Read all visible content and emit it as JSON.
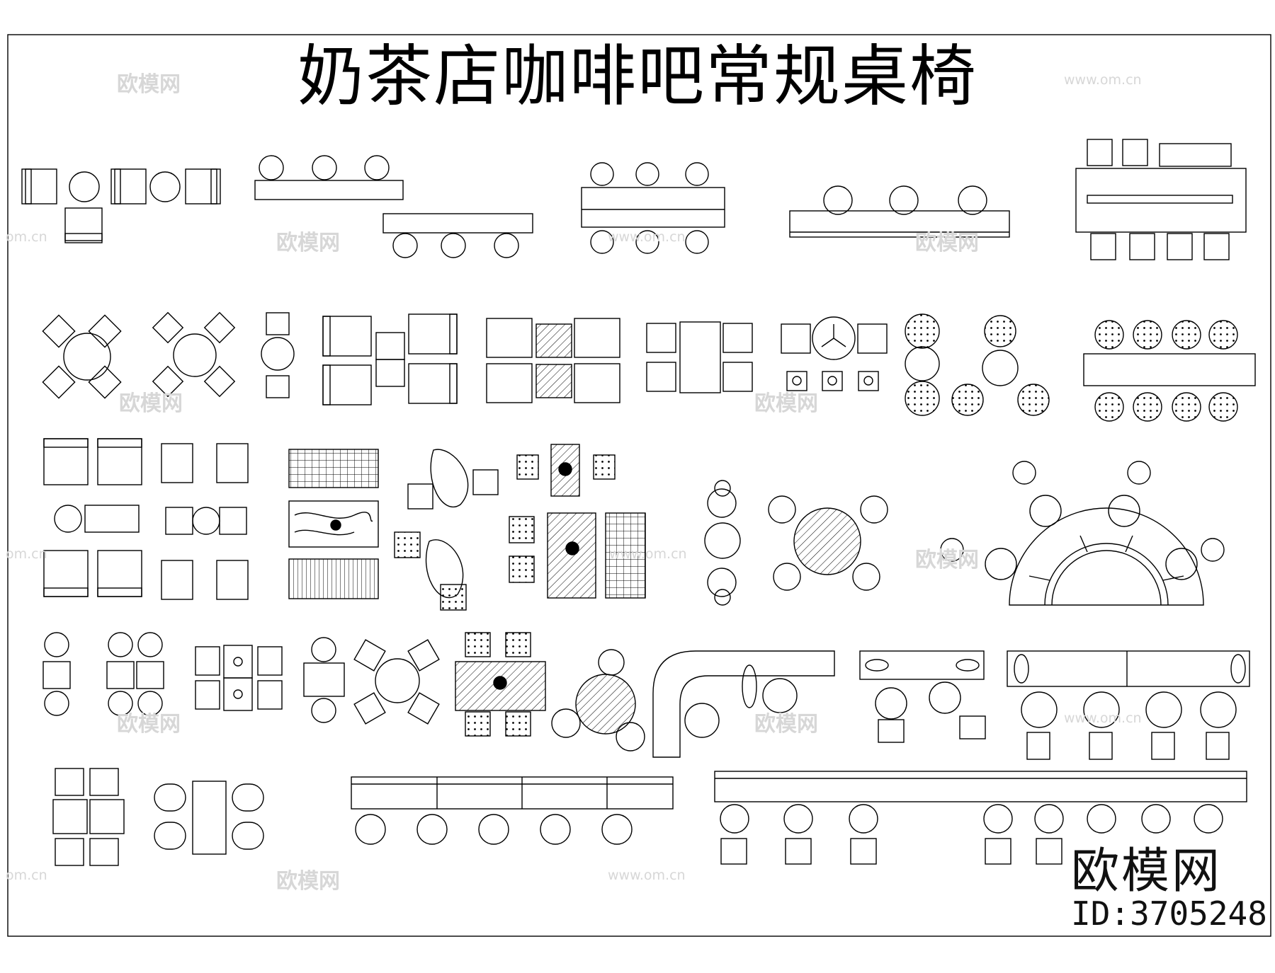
{
  "title": "奶茶店咖啡吧常规桌椅",
  "watermark": {
    "brand": "欧模网",
    "url": "www.om.cn",
    "url_short": "om.cn"
  },
  "stamp": {
    "brand": "欧模网",
    "id": "ID:3705248"
  }
}
